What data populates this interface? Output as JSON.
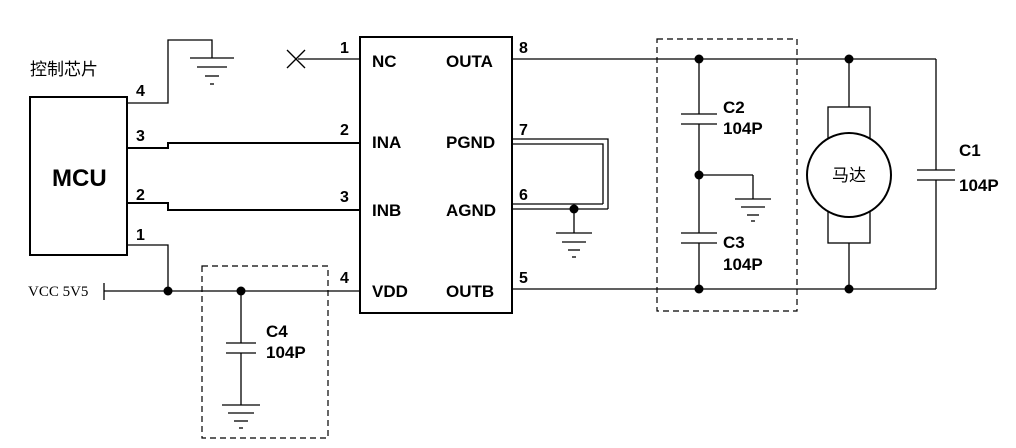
{
  "title": "控制芯片",
  "mcu": {
    "name": "MCU",
    "pins": [
      "4",
      "3",
      "2",
      "1"
    ]
  },
  "supply": {
    "label": "VCC 5V5"
  },
  "ic": {
    "left_pins": [
      {
        "num": "1",
        "name": "NC"
      },
      {
        "num": "2",
        "name": "INA"
      },
      {
        "num": "3",
        "name": "INB"
      },
      {
        "num": "4",
        "name": "VDD"
      }
    ],
    "right_pins": [
      {
        "num": "8",
        "name": "OUTA"
      },
      {
        "num": "7",
        "name": "PGND"
      },
      {
        "num": "6",
        "name": "AGND"
      },
      {
        "num": "5",
        "name": "OUTB"
      }
    ]
  },
  "capacitors": {
    "c1": {
      "name": "C1",
      "value": "104P"
    },
    "c2": {
      "name": "C2",
      "value": "104P"
    },
    "c3": {
      "name": "C3",
      "value": "104P"
    },
    "c4": {
      "name": "C4",
      "value": "104P"
    }
  },
  "motor": {
    "label": "马达"
  }
}
